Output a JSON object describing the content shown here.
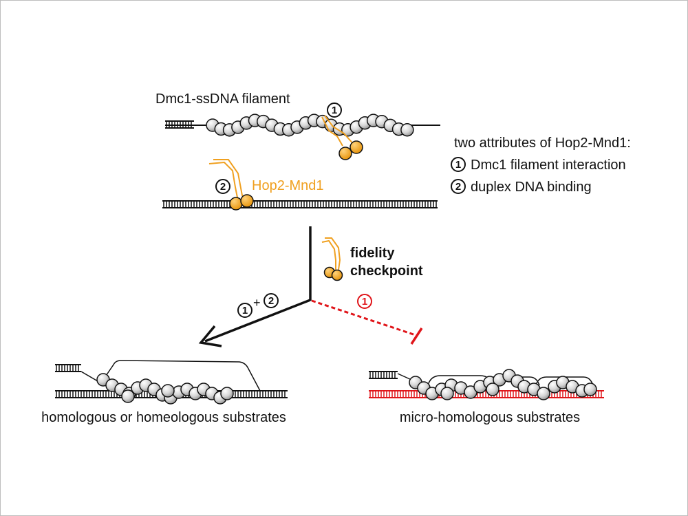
{
  "labels": {
    "filament_title": "Dmc1-ssDNA filament",
    "hop2_label": "Hop2-Mnd1",
    "attributes_title": "two attributes of Hop2-Mnd1:",
    "attribute_1": "Dmc1 filament interaction",
    "attribute_2": "duplex DNA binding",
    "checkpoint_line1": "fidelity",
    "checkpoint_line2": "checkpoint",
    "combo_plus": "+",
    "homologous_caption": "homologous or homeologous substrates",
    "micro_caption": "micro-homologous substrates"
  },
  "markers": {
    "one": "1",
    "two": "2"
  },
  "colors": {
    "orange": "#F0A020",
    "red": "#E0161B",
    "protein_fill": "#D8D8D8",
    "dark": "#111111"
  }
}
